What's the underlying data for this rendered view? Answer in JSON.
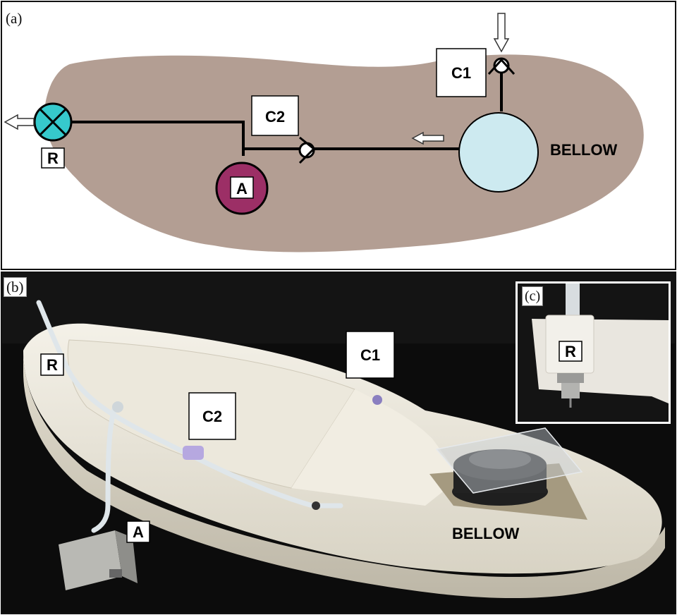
{
  "panel_a": {
    "label": "(a)",
    "components": {
      "check_valve_1": "C1",
      "check_valve_2": "C2",
      "release_valve": "R",
      "accumulator": "A",
      "bellow": "BELLOW"
    },
    "colors": {
      "insole": "#b39e93",
      "bellow": "#cdeaf0",
      "accumulator": "#9c2f66",
      "release_valve": "#36c9cc",
      "line": "#000000"
    },
    "icons": [
      "arrow-right-icon",
      "arrow-left-icon",
      "arrow-down-icon",
      "check-valve-icon",
      "release-valve-icon"
    ]
  },
  "panel_b": {
    "label": "(b)",
    "labels": {
      "release_valve": "R",
      "check_valve_1": "C1",
      "check_valve_2": "C2",
      "accumulator": "A",
      "bellow": "BELLOW"
    },
    "inset": {
      "label": "(c)",
      "release_valve": "R"
    }
  }
}
